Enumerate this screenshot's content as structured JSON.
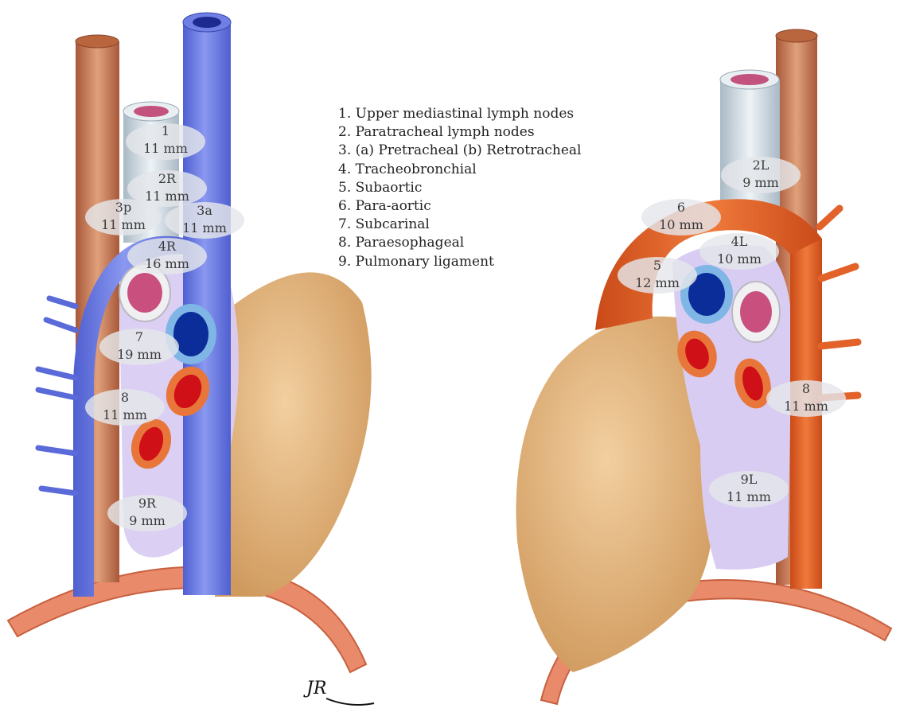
{
  "legend": [
    "1. Upper mediastinal lymph nodes",
    "2. Paratracheal lymph nodes",
    "3. (a) Pretracheal (b) Retrotracheal",
    "4. Tracheobronchial",
    "5. Subaortic",
    "6. Para-aortic",
    "7. Subcarinal",
    "8. Paraesophageal",
    "9. Pulmonary ligament"
  ],
  "stations": {
    "s1": {
      "name": "1",
      "size": "11 mm"
    },
    "s2R": {
      "name": "2R",
      "size": "11 mm"
    },
    "s3p": {
      "name": "3p",
      "size": "11 mm"
    },
    "s3a": {
      "name": "3a",
      "size": "11 mm"
    },
    "s4R": {
      "name": "4R",
      "size": "16 mm"
    },
    "s7": {
      "name": "7",
      "size": "19 mm"
    },
    "s8R": {
      "name": "8",
      "size": "11 mm"
    },
    "s9R": {
      "name": "9R",
      "size": "9 mm"
    },
    "s2L": {
      "name": "2L",
      "size": "9 mm"
    },
    "s6": {
      "name": "6",
      "size": "10 mm"
    },
    "s4L": {
      "name": "4L",
      "size": "10 mm"
    },
    "s5": {
      "name": "5",
      "size": "12 mm"
    },
    "s8L": {
      "name": "8",
      "size": "11 mm"
    },
    "s9L": {
      "name": "9L",
      "size": "11 mm"
    }
  },
  "signature": "JR",
  "colors": {
    "vena_cava": "#6f7fe6",
    "aorta": "#e2622a",
    "esophagus": "#c9805a",
    "heart": "#e5b680",
    "mediastinum": "#d9ccf2",
    "trachea": "#cfdbe3",
    "diaphragm": "#e98a6a",
    "node_label_fill": "#e4e6ea"
  }
}
